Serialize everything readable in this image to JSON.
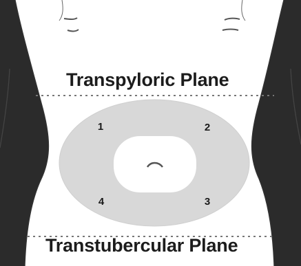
{
  "planes": {
    "upper": "Transpyloric Plane",
    "lower": "Transtubercular Plane"
  },
  "regions": [
    "1",
    "2",
    "3",
    "4"
  ],
  "colors": {
    "background": "#2b2b2b",
    "skin": "#ffffff",
    "outline": "#333333",
    "region_fill": "#d8d8d8",
    "dotted_line": "#7a7a7a"
  }
}
